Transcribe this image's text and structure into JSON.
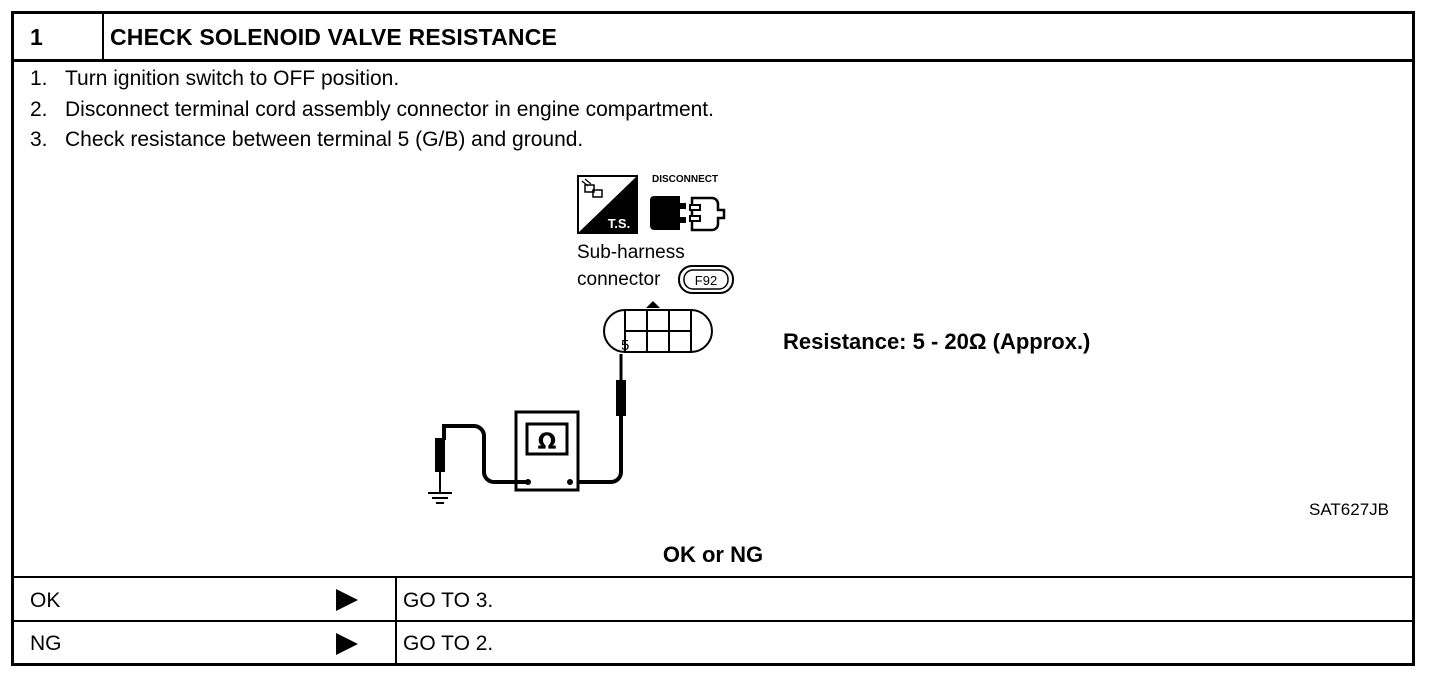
{
  "step": {
    "number": "1",
    "title": "CHECK SOLENOID VALVE RESISTANCE"
  },
  "instructions": [
    {
      "num": "1.",
      "text": "Turn ignition switch to OFF position."
    },
    {
      "num": "2.",
      "text": "Disconnect terminal cord assembly connector in engine compartment."
    },
    {
      "num": "3.",
      "text": "Check resistance between terminal 5 (G/B) and ground."
    }
  ],
  "figure": {
    "ts_badge": "T.S.",
    "disconnect_label": "DISCONNECT",
    "connector_label_line1": "Sub-harness",
    "connector_label_line2": "connector",
    "connector_id": "F92",
    "terminal": "5",
    "meter_symbol": "Ω",
    "resistance_spec": "Resistance: 5 - 20Ω  (Approx.)",
    "figure_code": "SAT627JB"
  },
  "judgement": "OK or NG",
  "results": [
    {
      "label": "OK",
      "action": "GO TO 3."
    },
    {
      "label": "NG",
      "action": "GO TO 2."
    }
  ]
}
